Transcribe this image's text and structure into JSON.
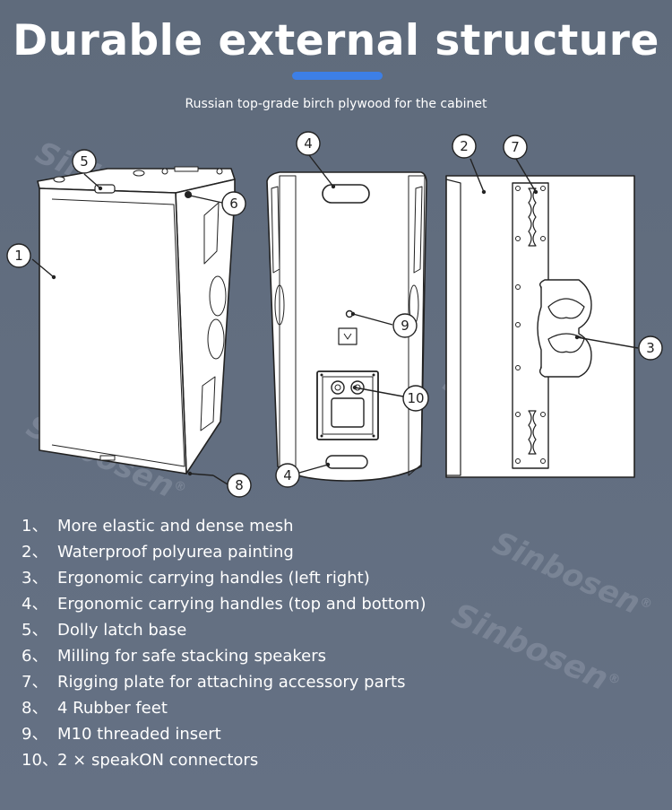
{
  "page": {
    "title": "Durable external structure",
    "subtitle": "Russian top-grade birch plywood for the cabinet",
    "accent_color": "#3d7fe6",
    "background_color": "#626e80"
  },
  "watermark": {
    "text": "Sinbosen",
    "mark": "®"
  },
  "callouts": {
    "c1": "1",
    "c2": "2",
    "c3": "3",
    "c4a": "4",
    "c4b": "4",
    "c5": "5",
    "c6": "6",
    "c7": "7",
    "c8": "8",
    "c9": "9",
    "c10": "10"
  },
  "features": [
    {
      "num": "1、",
      "text": "More elastic and dense mesh"
    },
    {
      "num": "2、",
      "text": "Waterproof polyurea painting"
    },
    {
      "num": "3、",
      "text": "Ergonomic carrying handles (left right)"
    },
    {
      "num": "4、",
      "text": "Ergonomic carrying handles (top and bottom)"
    },
    {
      "num": "5、",
      "text": "Dolly latch base"
    },
    {
      "num": "6、",
      "text": "Milling for safe stacking speakers"
    },
    {
      "num": "7、",
      "text": "Rigging plate for attaching accessory parts"
    },
    {
      "num": "8、",
      "text": "4 Rubber feet"
    },
    {
      "num": "9、",
      "text": "M10 threaded insert"
    },
    {
      "num": "10、",
      "text": "2 × speakON connectors"
    }
  ]
}
